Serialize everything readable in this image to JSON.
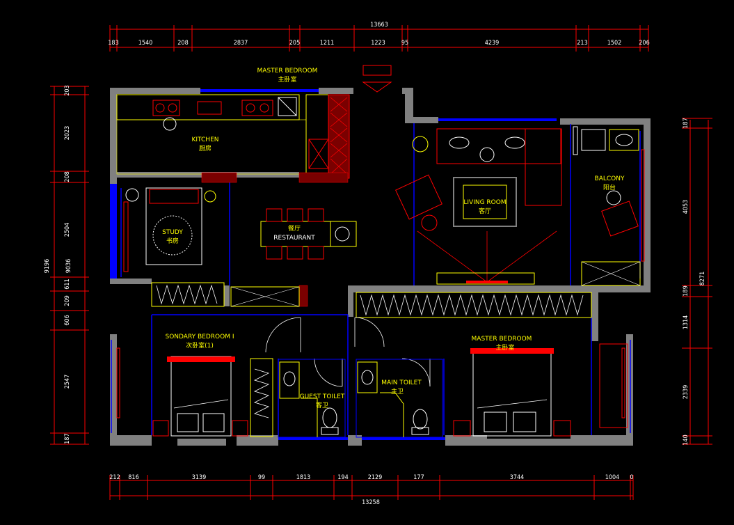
{
  "colors": {
    "background": "#000000",
    "dimension": "#ff0000",
    "wall": "#808080",
    "window": "#0000ff",
    "furniture": "#ff0000",
    "text": "#ffff00",
    "cabinet": "#ffff00"
  },
  "dims": {
    "top_total": "13663",
    "top_segments": [
      "183",
      "1540",
      "208",
      "2837",
      "205",
      "1211",
      "1223",
      "95",
      "4239",
      "213",
      "1502",
      "206"
    ],
    "bottom_total": "13258",
    "bottom_segments": [
      "212",
      "816",
      "3139",
      "99",
      "1813",
      "194",
      "2129",
      "177",
      "3744",
      "1004",
      "0"
    ],
    "left_total": "9196",
    "left_inner": "9036",
    "left_segments": [
      "203",
      "2023",
      "208",
      "2504",
      "611",
      "209",
      "606",
      "2547",
      "187"
    ],
    "right_total": "8271",
    "right_segments": [
      "187",
      "4053",
      "189",
      "1314",
      "2339",
      "140"
    ]
  },
  "rooms": {
    "master_top_en": "MASTER BEDROOM",
    "master_top_cn": "主卧室",
    "kitchen_en": "KITCHEN",
    "kitchen_cn": "厨房",
    "study_en": "STUDY",
    "study_cn": "书房",
    "restaurant_cn": "餐厅",
    "restaurant_en": "RESTAURANT",
    "living_en": "LIVING ROOM",
    "living_cn": "客厅",
    "balcony_en": "BALCONY",
    "balcony_cn": "阳台",
    "secondary_en": "SONDARY BEDROOM I",
    "secondary_cn": "次卧室(1)",
    "guest_toilet_en": "GUEST TOILET",
    "guest_toilet_cn": "客卫",
    "main_toilet_en": "MAIN TOILET",
    "main_toilet_cn": "主卫",
    "master_en": "MASTER BEDROOM",
    "master_cn": "主卧室"
  }
}
